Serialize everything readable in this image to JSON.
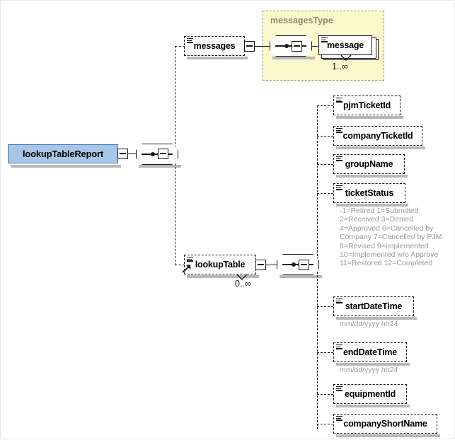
{
  "diagram": {
    "kind": "xml-schema-diagram",
    "root": {
      "name": "lookupTableReport",
      "compositor": "sequence",
      "fill_color": "#a7c6e8",
      "border_color": "#3f6fa8"
    },
    "type_container": {
      "label": "messagesType",
      "fill_color": "#fbf8cd",
      "border_color": "#9a9a6a",
      "text_color": "#8f8f6a"
    },
    "branch_messages": {
      "node": {
        "name": "messages",
        "optional": true
      },
      "compositor": "sequence",
      "child": {
        "name": "message",
        "optional": false,
        "repeating": true,
        "cardinality": "1..∞"
      }
    },
    "branch_lookup_table": {
      "node": {
        "name": "lookupTable",
        "optional": true,
        "cardinality": "0..∞",
        "has_substitution_arrow": true
      },
      "compositor": "sequence",
      "children": [
        {
          "name": "pjmTicketId",
          "optional": true,
          "annotation": ""
        },
        {
          "name": "companyTicketId",
          "optional": true,
          "annotation": ""
        },
        {
          "name": "groupName",
          "optional": true,
          "annotation": ""
        },
        {
          "name": "ticketStatus",
          "optional": true,
          "annotation": "-1=Retired 1=Submitted\n2=Received 3=Denied\n4=Approved 6=Cancelled by\nCompany 7=Cancelled by PJM\n8=Revised 9=Implemented\n10=Implemented w/o Approve\n11=Restored 12=Completed"
        },
        {
          "name": "startDateTime",
          "optional": true,
          "annotation": "mm/dd/yyyy hh24"
        },
        {
          "name": "endDateTime",
          "optional": true,
          "annotation": "mm/dd/yyyy hh24"
        },
        {
          "name": "equipmentId",
          "optional": true,
          "annotation": ""
        },
        {
          "name": "companyShortName",
          "optional": true,
          "annotation": ""
        }
      ]
    },
    "icons": {
      "element_marker": "element-lines-icon",
      "expander": "expand-collapse-icon",
      "sequence": "sequence-compositor-icon",
      "repeat": "repeat-caret-icon",
      "substitution": "substitution-arrow-icon"
    }
  }
}
